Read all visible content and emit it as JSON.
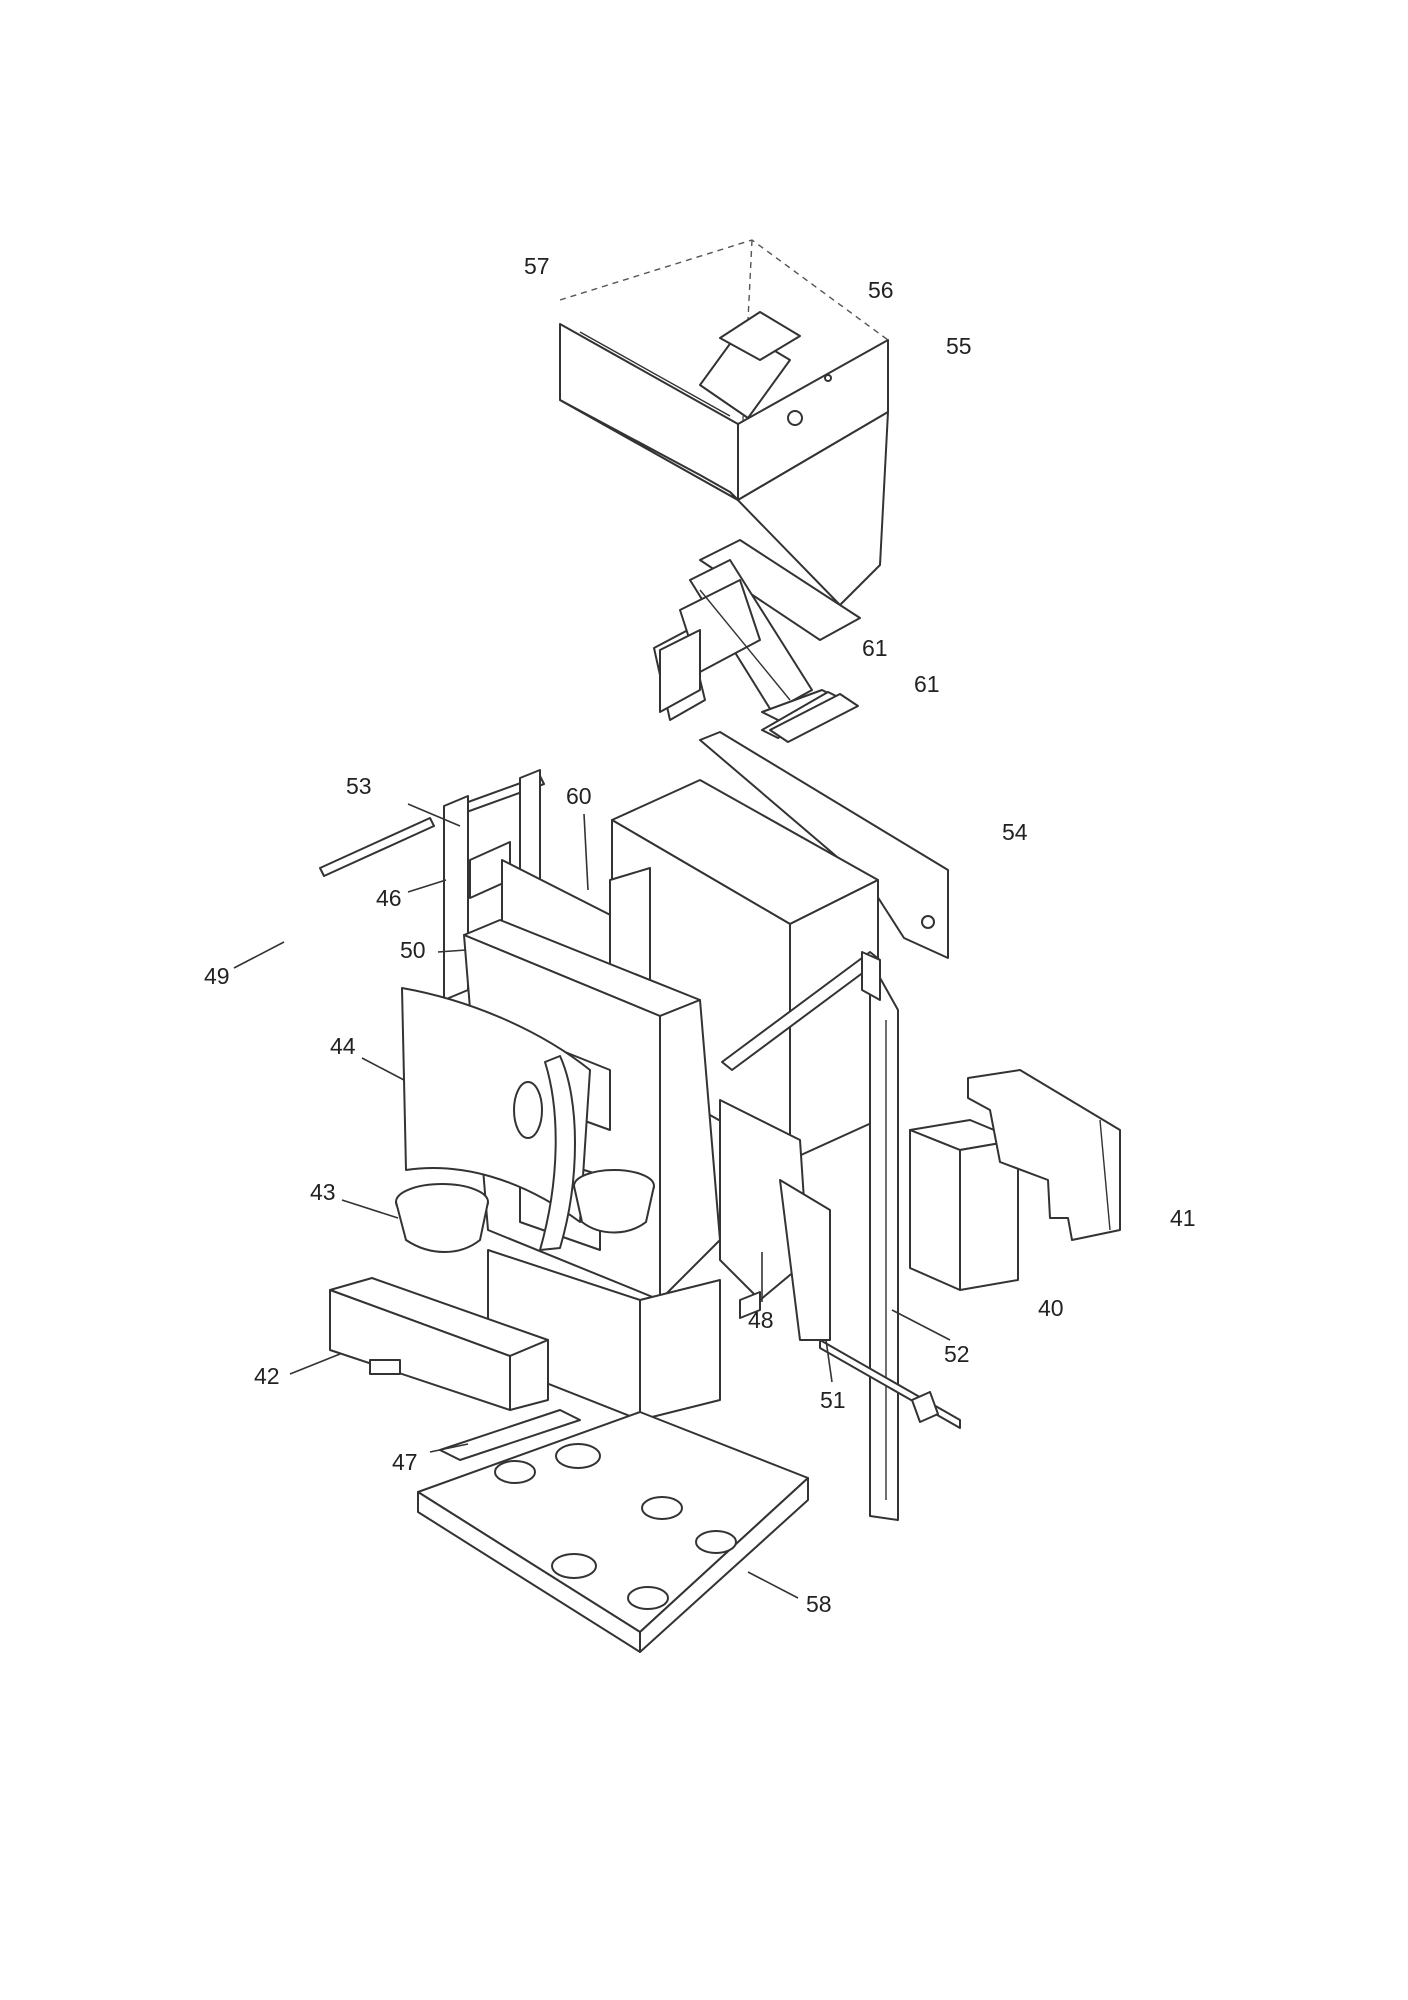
{
  "diagram": {
    "callouts": [
      "57",
      "56",
      "55",
      "61",
      "61",
      "53",
      "60",
      "54",
      "46",
      "50",
      "49",
      "44",
      "43",
      "41",
      "40",
      "48",
      "52",
      "42",
      "51",
      "47",
      "58"
    ]
  }
}
